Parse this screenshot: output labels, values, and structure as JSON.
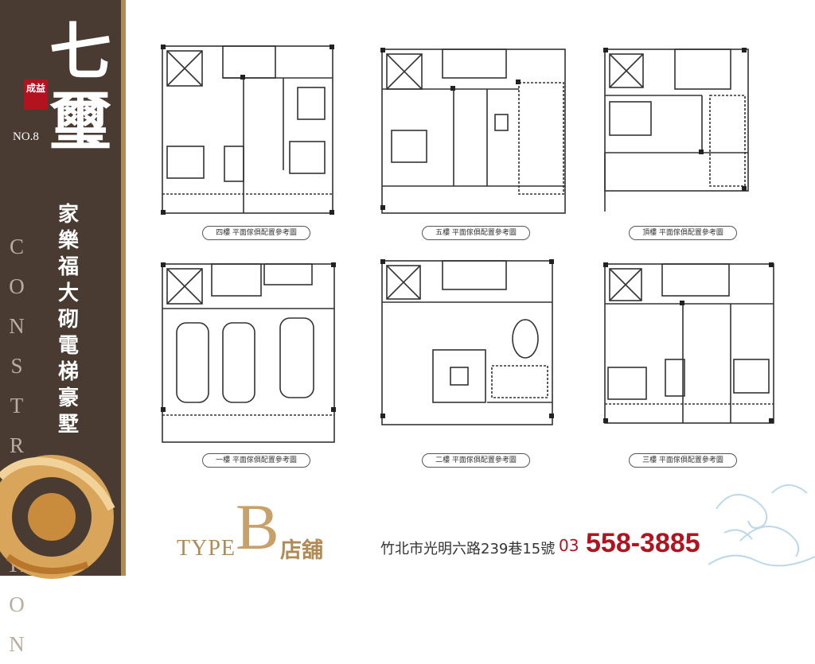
{
  "brand": {
    "title": "七璽",
    "seal": "成益",
    "number": "NO.8",
    "slogan": "家樂福大砌電梯豪墅",
    "side_text": "CONSTRUCTION"
  },
  "plans": [
    {
      "id": "floor4",
      "caption": "四樓 平面傢俱配置參考圖"
    },
    {
      "id": "floor5",
      "caption": "五樓 平面傢俱配置參考圖"
    },
    {
      "id": "roof",
      "caption": "頂樓 平面傢俱配置參考圖"
    },
    {
      "id": "floor1",
      "caption": "一樓 平面傢俱配置參考圖"
    },
    {
      "id": "floor2",
      "caption": "二樓 平面傢俱配置參考圖"
    },
    {
      "id": "floor3",
      "caption": "三樓 平面傢俱配置參考圖"
    }
  ],
  "footer": {
    "type_word": "TYPE",
    "type_letter": "B",
    "type_kind": "店舖",
    "address": "竹北市光明六路239巷15號",
    "phone_area": "03",
    "phone_number": "558-3885"
  },
  "colors": {
    "band": "#4a3b32",
    "gold": "#b08b56",
    "accent_red": "#b3121f"
  }
}
